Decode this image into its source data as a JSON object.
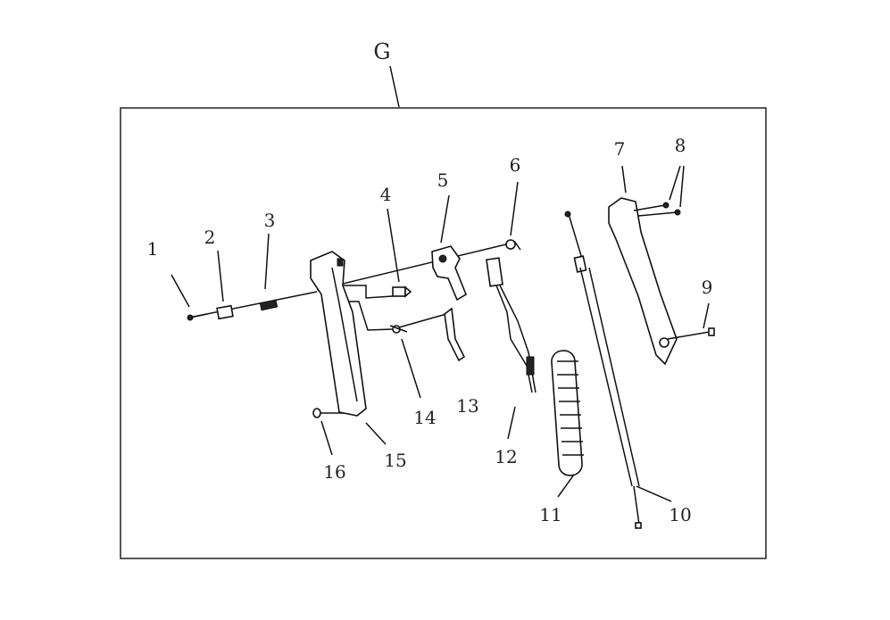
{
  "group_label": "G",
  "callouts": [
    "1",
    "2",
    "3",
    "4",
    "5",
    "6",
    "7",
    "8",
    "9",
    "10",
    "11",
    "12",
    "13",
    "14",
    "15",
    "16"
  ]
}
